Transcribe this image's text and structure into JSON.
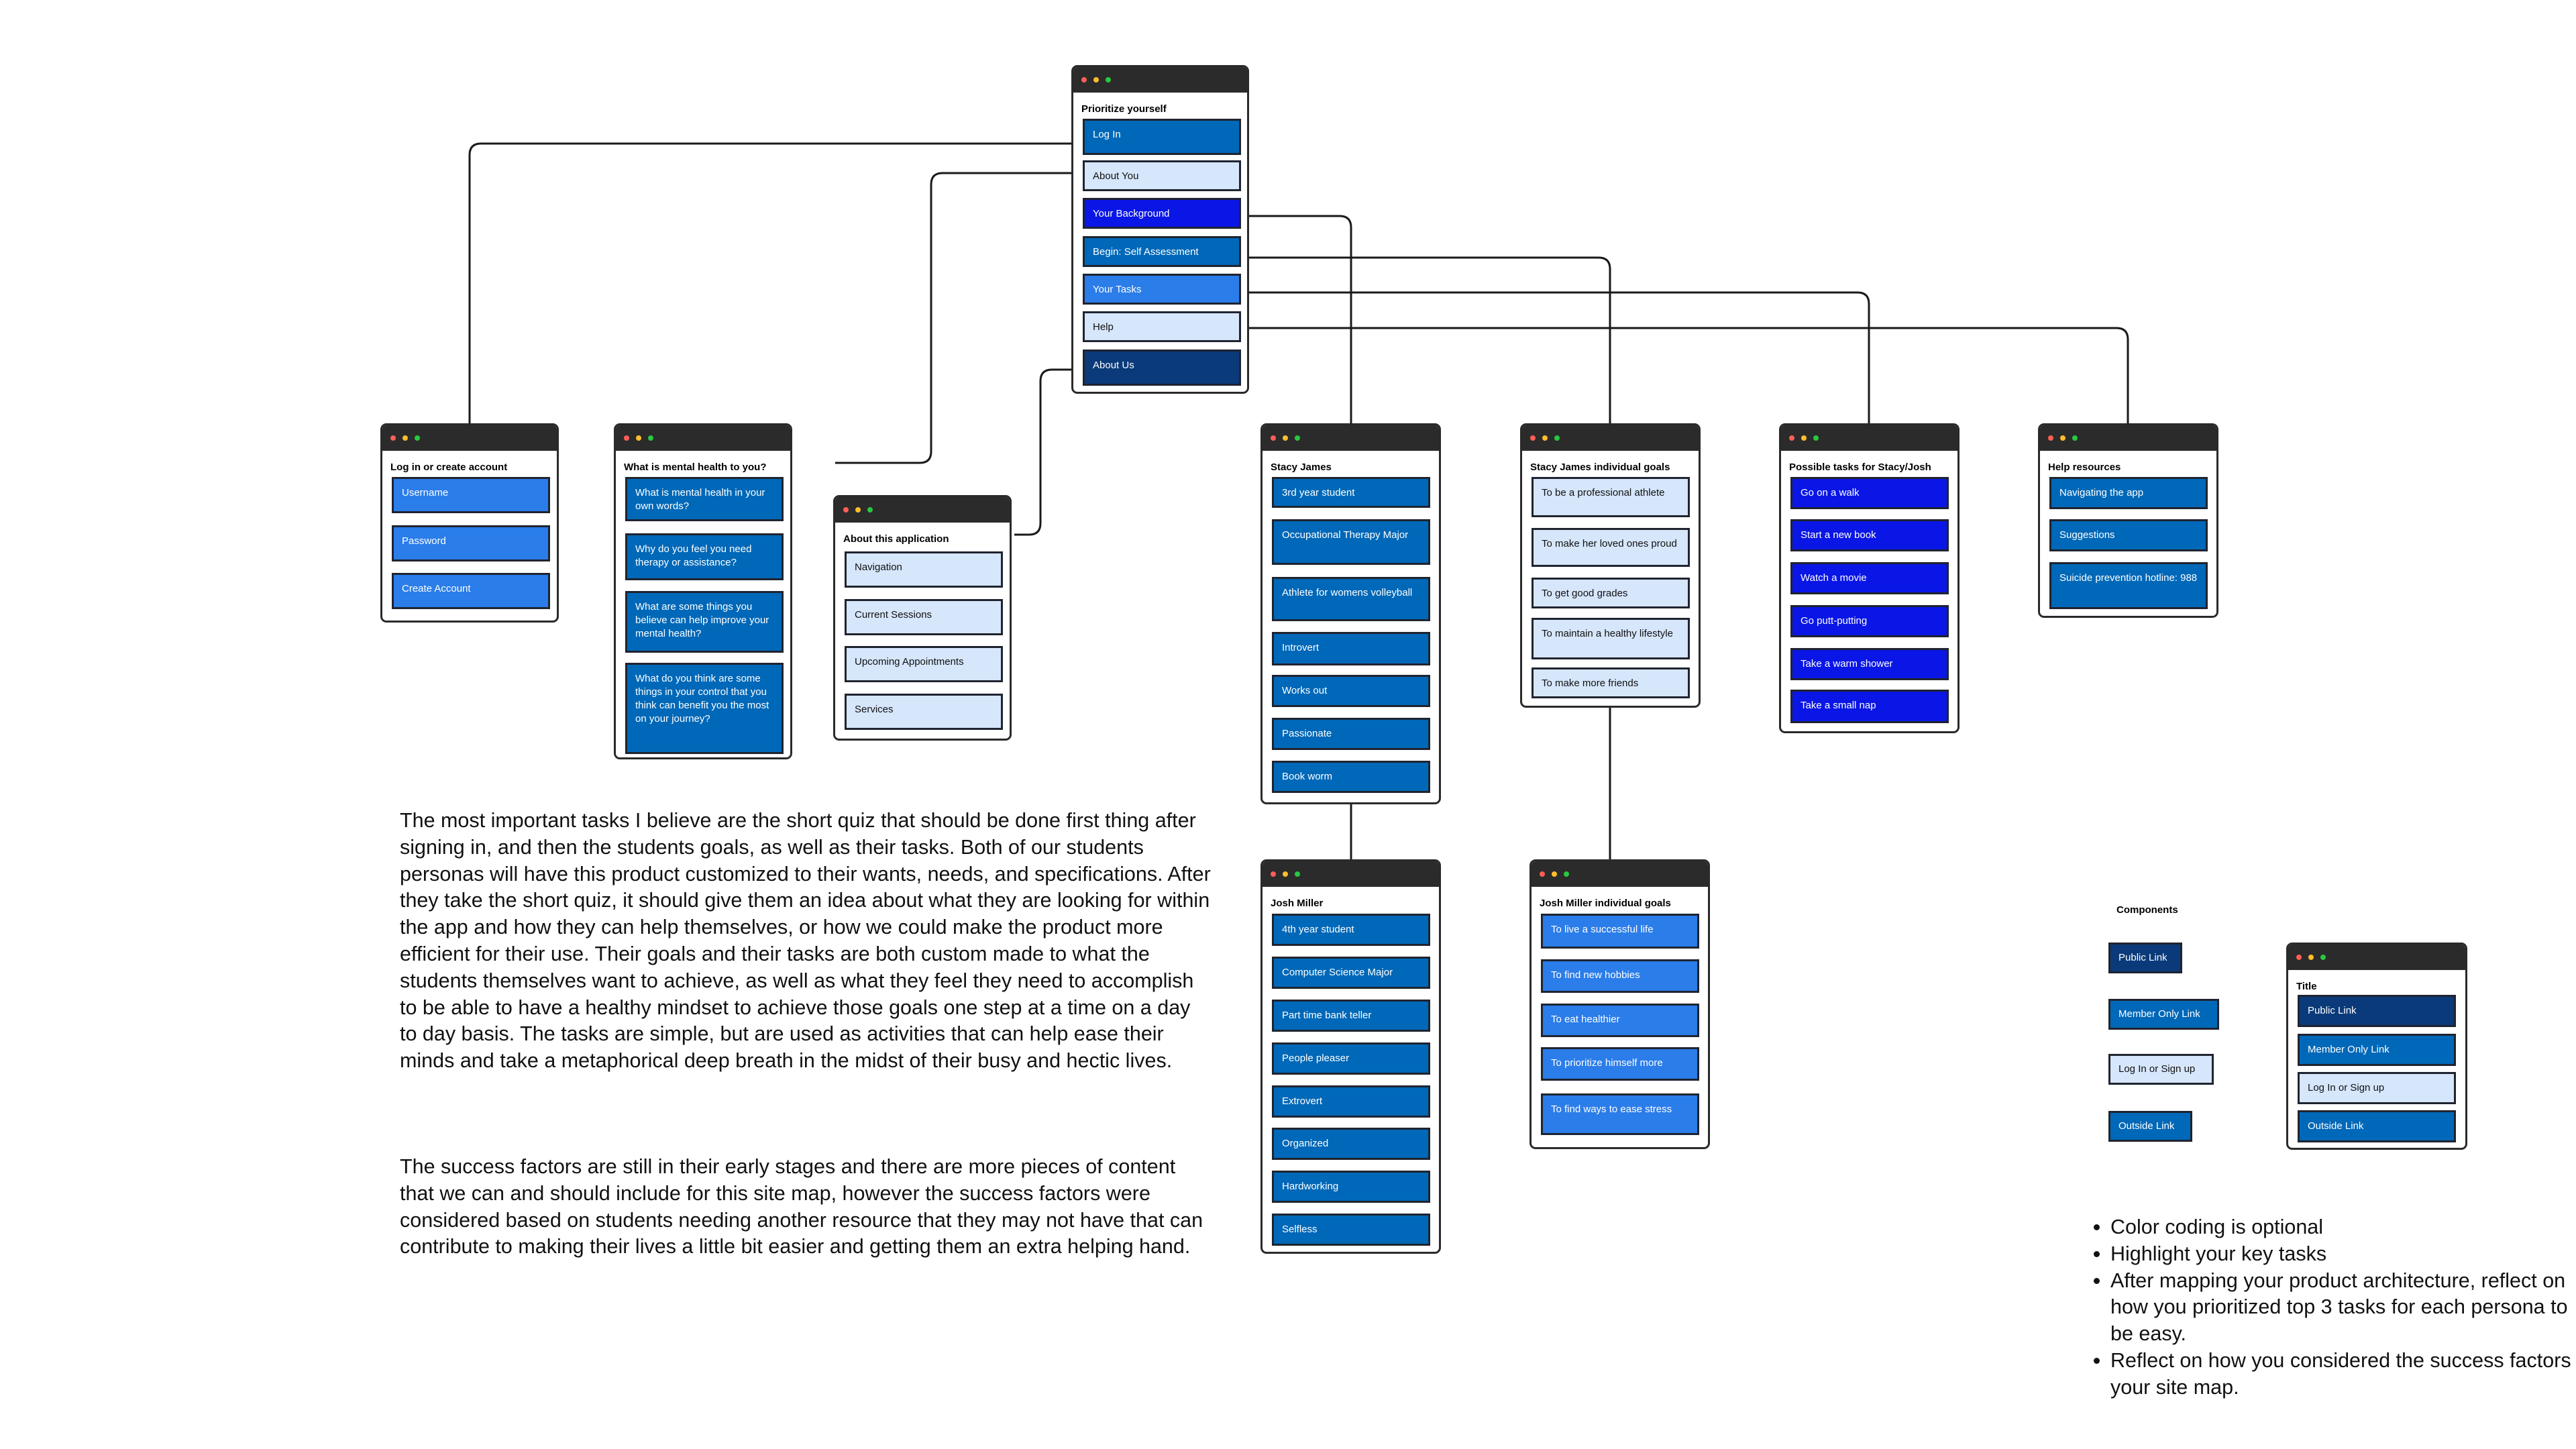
{
  "main_window": {
    "title": "Prioritize yourself",
    "items": [
      {
        "label": "Log In",
        "kind": "public"
      },
      {
        "label": "About You",
        "kind": "login"
      },
      {
        "label": "Your Background",
        "kind": "bright"
      },
      {
        "label": "Begin: Self Assessment",
        "kind": "public"
      },
      {
        "label": "Your Tasks",
        "kind": "member"
      },
      {
        "label": "Help",
        "kind": "login"
      },
      {
        "label": "About Us",
        "kind": "outside"
      }
    ]
  },
  "login_window": {
    "title": "Log in or create account",
    "items": [
      {
        "label": "Username",
        "kind": "member"
      },
      {
        "label": "Password",
        "kind": "member"
      },
      {
        "label": "Create Account",
        "kind": "member"
      }
    ]
  },
  "mental_window": {
    "title": "What is mental health to you?",
    "items": [
      {
        "label": "What is mental health in your own words?",
        "kind": "public"
      },
      {
        "label": "Why do you feel you need therapy or assistance?",
        "kind": "public"
      },
      {
        "label": "What are some things you believe can help improve your mental health?",
        "kind": "public"
      },
      {
        "label": "What do you think are some things in your control that you think can benefit you the most on your journey?",
        "kind": "public"
      }
    ]
  },
  "about_app_window": {
    "title": "About this application",
    "items": [
      {
        "label": "Navigation",
        "kind": "login"
      },
      {
        "label": "Current Sessions",
        "kind": "login"
      },
      {
        "label": "Upcoming Appointments",
        "kind": "login"
      },
      {
        "label": "Services",
        "kind": "login"
      }
    ]
  },
  "stacy_window": {
    "title": "Stacy James",
    "items": [
      {
        "label": "3rd year student",
        "kind": "public"
      },
      {
        "label": "Occupational Therapy Major",
        "kind": "public"
      },
      {
        "label": "Athlete for womens volleyball",
        "kind": "public"
      },
      {
        "label": "Introvert",
        "kind": "public"
      },
      {
        "label": "Works out",
        "kind": "public"
      },
      {
        "label": "Passionate",
        "kind": "public"
      },
      {
        "label": "Book worm",
        "kind": "public"
      }
    ]
  },
  "stacy_goals_window": {
    "title": "Stacy James individual goals",
    "items": [
      {
        "label": "To be a professional athlete",
        "kind": "login"
      },
      {
        "label": "To make her loved ones proud",
        "kind": "login"
      },
      {
        "label": "To get good grades",
        "kind": "login"
      },
      {
        "label": "To maintain a healthy lifestyle",
        "kind": "login"
      },
      {
        "label": "To make more friends",
        "kind": "login"
      }
    ]
  },
  "tasks_window": {
    "title": "Possible tasks for Stacy/Josh",
    "items": [
      {
        "label": "Go on a walk",
        "kind": "bright"
      },
      {
        "label": "Start a new book",
        "kind": "bright"
      },
      {
        "label": "Watch a movie",
        "kind": "bright"
      },
      {
        "label": "Go putt-putting",
        "kind": "bright"
      },
      {
        "label": "Take a warm shower",
        "kind": "bright"
      },
      {
        "label": "Take a small nap",
        "kind": "bright"
      }
    ]
  },
  "help_window": {
    "title": "Help resources",
    "items": [
      {
        "label": "Navigating the app",
        "kind": "public"
      },
      {
        "label": "Suggestions",
        "kind": "public"
      },
      {
        "label": "Suicide prevention hotline: 988",
        "kind": "public"
      }
    ]
  },
  "josh_window": {
    "title": "Josh Miller",
    "items": [
      {
        "label": "4th year student",
        "kind": "public"
      },
      {
        "label": "Computer Science Major",
        "kind": "public"
      },
      {
        "label": "Part time bank teller",
        "kind": "public"
      },
      {
        "label": "People pleaser",
        "kind": "public"
      },
      {
        "label": "Extrovert",
        "kind": "public"
      },
      {
        "label": "Organized",
        "kind": "public"
      },
      {
        "label": "Hardworking",
        "kind": "public"
      },
      {
        "label": "Selfless",
        "kind": "public"
      }
    ]
  },
  "josh_goals_window": {
    "title": "Josh Miller individual goals",
    "items": [
      {
        "label": "To live a successful life",
        "kind": "member"
      },
      {
        "label": "To find new hobbies",
        "kind": "member"
      },
      {
        "label": "To eat healthier",
        "kind": "member"
      },
      {
        "label": "To prioritize himself more",
        "kind": "member"
      },
      {
        "label": "To find ways to ease stress",
        "kind": "member"
      }
    ]
  },
  "legend_window": {
    "title": "Title",
    "items": [
      {
        "label": "Public Link",
        "kind": "outside"
      },
      {
        "label": "Member Only Link",
        "kind": "public"
      },
      {
        "label": "Log In or Sign up",
        "kind": "login"
      },
      {
        "label": "Outside Link",
        "kind": "public"
      }
    ]
  },
  "components": {
    "heading": "Components",
    "chips": [
      {
        "label": "Public Link",
        "kind": "outside"
      },
      {
        "label": "Member Only Link",
        "kind": "public"
      },
      {
        "label": "Log In or Sign up",
        "kind": "login"
      },
      {
        "label": "Outside Link",
        "kind": "public"
      }
    ]
  },
  "description": {
    "paragraph1": "The most important tasks I believe are the short quiz that should be done first thing after signing in, and then the students goals, as well as their tasks. Both of our students personas will have this product customized to their wants, needs, and specifications. After they take the short quiz, it should give them an idea about what they are looking for within the app and how they can help themselves, or how we could make the product more efficient for their use. Their goals and their tasks are both custom made to what the students themselves want to achieve, as well as what they feel they need to accomplish to be able to have a healthy mindset to achieve those goals one step at a time on a day to day basis. The tasks are simple, but are used as activities that can help ease their minds and take a metaphorical deep breath in the midst of their busy and hectic lives.",
    "paragraph2": "The success factors are still in their early stages and there are more pieces of content that we can and should include for this site map, however the success factors were considered based on students needing another resource that they may not have that can contribute to making their lives a little bit easier and getting them an extra helping hand."
  },
  "instructions": [
    "Color coding is optional",
    "Highlight your key tasks",
    "After mapping your product architecture, reflect on how you prioritized top 3 tasks for each persona to be easy.",
    "Reflect on how you considered the success factors in your site map."
  ],
  "colors": {
    "public": "#0068b8",
    "member": "#2b7de9",
    "login": "#d6e6fb",
    "outside": "#0a3a7a",
    "bright": "#0a16e6",
    "frame": "#2b2b2b"
  }
}
